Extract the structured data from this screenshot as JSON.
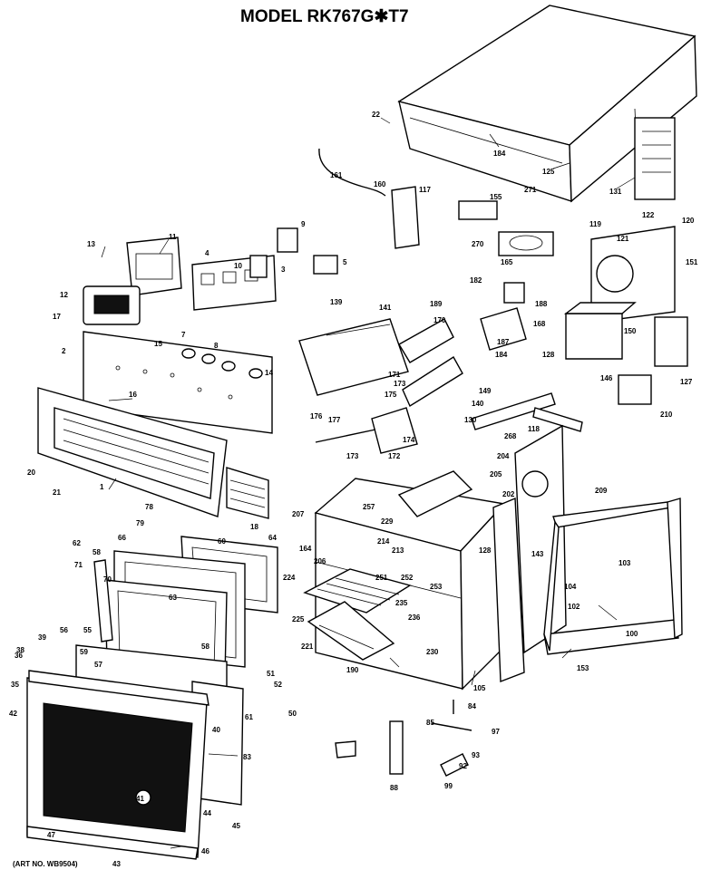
{
  "title": "MODEL RK767G✱T7",
  "art_number": "(ART NO. WB9504)",
  "labels": [
    "22",
    "184",
    "125",
    "131",
    "120",
    "161",
    "160",
    "117",
    "155",
    "271",
    "119",
    "122",
    "121",
    "151",
    "13",
    "11",
    "4",
    "10",
    "9",
    "3",
    "5",
    "270",
    "165",
    "12",
    "17",
    "15",
    "7",
    "8",
    "2",
    "14",
    "16",
    "139",
    "141",
    "189",
    "182",
    "168",
    "170",
    "187",
    "188",
    "184",
    "150",
    "128",
    "127",
    "171",
    "173",
    "175",
    "149",
    "140",
    "130",
    "118",
    "146",
    "210",
    "176",
    "177",
    "174",
    "173",
    "172",
    "268",
    "204",
    "205",
    "202",
    "209",
    "20",
    "21",
    "1",
    "18",
    "78",
    "79",
    "62",
    "58",
    "66",
    "60",
    "71",
    "70",
    "63",
    "64",
    "207",
    "164",
    "229",
    "257",
    "214",
    "213",
    "128",
    "143",
    "206",
    "224",
    "251",
    "252",
    "253",
    "235",
    "236",
    "225",
    "221",
    "230",
    "190",
    "105",
    "103",
    "104",
    "102",
    "100",
    "153",
    "56",
    "55",
    "59",
    "57",
    "58",
    "35",
    "51",
    "52",
    "42",
    "40",
    "61",
    "50",
    "83",
    "84",
    "85",
    "88",
    "97",
    "93",
    "92",
    "99",
    "41",
    "44",
    "45",
    "47",
    "43",
    "46",
    "39",
    "36",
    "38"
  ]
}
